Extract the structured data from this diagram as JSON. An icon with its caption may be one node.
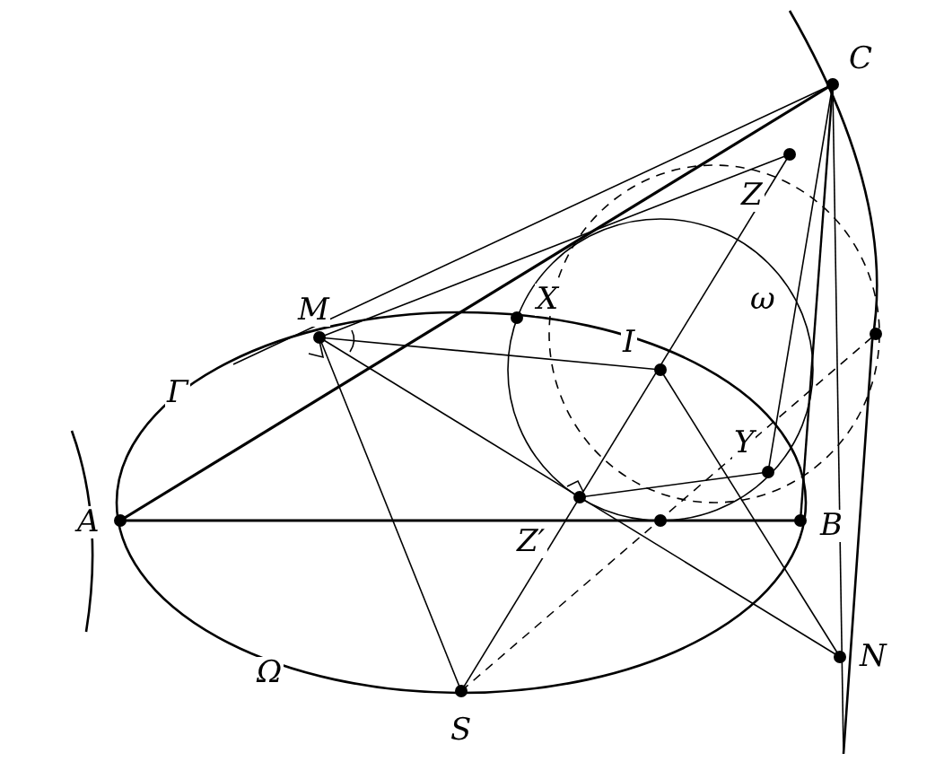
{
  "diagram": {
    "labels": [
      "C",
      "Z",
      "X",
      "M",
      "I",
      "ω",
      "Γ",
      "Y",
      "A",
      "Z′",
      "B",
      "Ω",
      "S",
      "N"
    ]
  }
}
